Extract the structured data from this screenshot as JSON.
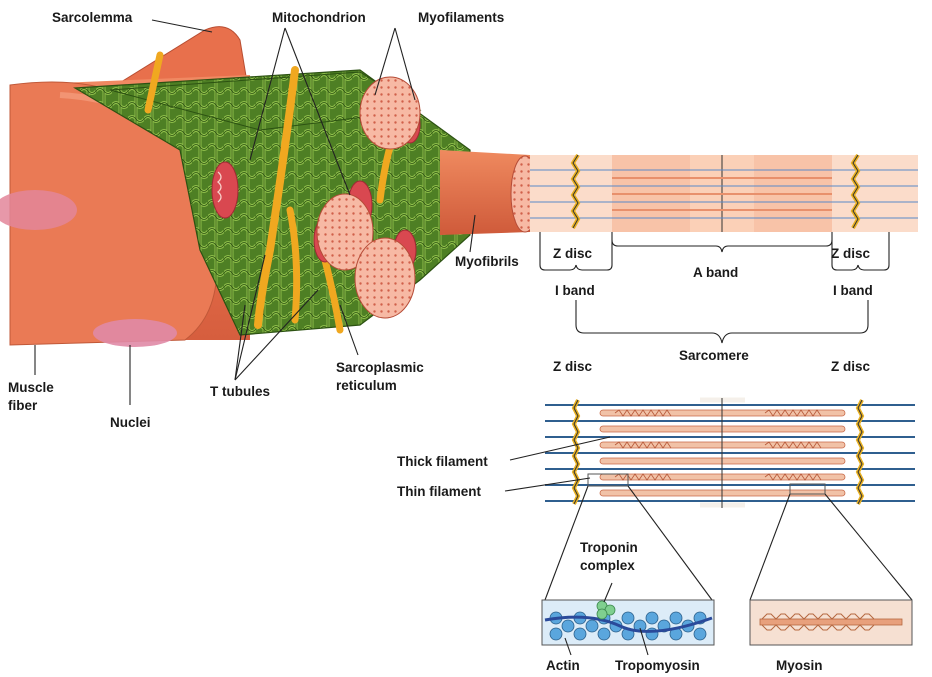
{
  "labels": {
    "sarcolemma": "Sarcolemma",
    "mitochondrion": "Mitochondrion",
    "myofilaments": "Myofilaments",
    "myofibrils": "Myofibrils",
    "muscle_fiber_1": "Muscle",
    "muscle_fiber_2": "fiber",
    "nuclei": "Nuclei",
    "t_tubules": "T tubules",
    "sarcoplasmic_1": "Sarcoplasmic",
    "sarcoplasmic_2": "reticulum",
    "z_disc": "Z disc",
    "a_band": "A band",
    "i_band": "I band",
    "sarcomere": "Sarcomere",
    "thick_filament": "Thick filament",
    "thin_filament": "Thin filament",
    "troponin_1": "Troponin",
    "troponin_2": "complex",
    "actin": "Actin",
    "tropomyosin": "Tropomyosin",
    "myosin": "Myosin"
  },
  "colors": {
    "muscle": "#e8704c",
    "muscle_dark": "#c9553a",
    "reticulum": "#5a8a2a",
    "reticulum_dark": "#2f5a14",
    "t_tubule": "#f0a820",
    "band_light": "#fbd9c6",
    "band_dark": "#f6b89c",
    "filament_blue": "#3d6fb5",
    "myosin": "#e8a07c",
    "actin": "#5aa6dd",
    "troponin": "#7fcf8f"
  }
}
